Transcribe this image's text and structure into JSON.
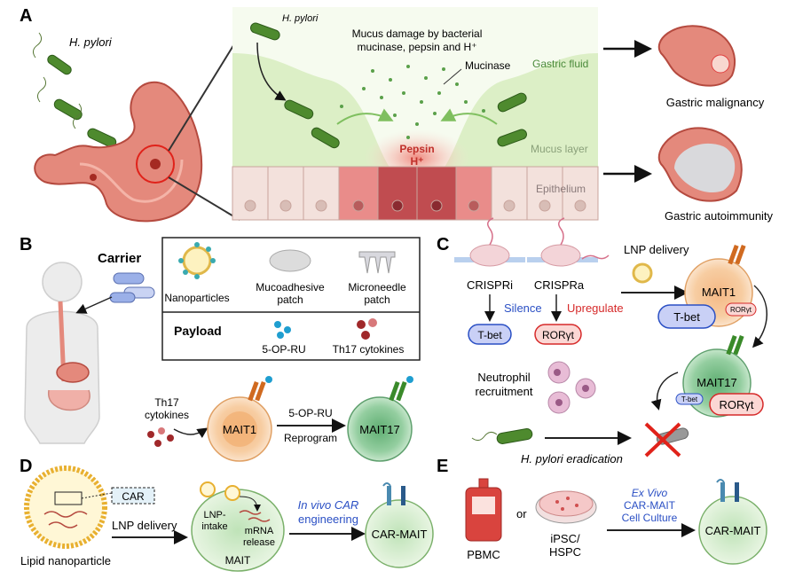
{
  "panel_a": {
    "letter": "A",
    "hpylori_left": "H. pylori",
    "hpylori_inset": "H. pylori",
    "mucus_damage_line1": "Mucus damage by bacterial",
    "mucus_damage_line2": "mucinase, pepsin and H⁺",
    "mucinase": "Mucinase",
    "gastric_fluid": "Gastric fluid",
    "mucus_layer": "Mucus layer",
    "epithelium": "Epithelium",
    "pepsin": "Pepsin",
    "hplus": "H⁺",
    "gastric_malignancy": "Gastric malignancy",
    "gastric_autoimmunity": "Gastric autoimmunity"
  },
  "panel_b": {
    "letter": "B",
    "carrier": "Carrier",
    "nanoparticles": "Nanoparticles",
    "mucoadhesive_line1": "Mucoadhesive",
    "mucoadhesive_line2": "patch",
    "microneedle_line1": "Microneedle",
    "microneedle_line2": "patch",
    "payload": "Payload",
    "op_ru": "5-OP-RU",
    "th17_cytokines": "Th17 cytokines",
    "th17_left_line1": "Th17",
    "th17_left_line2": "cytokines",
    "mait1": "MAIT1",
    "reprogram_top": "5-OP-RU",
    "reprogram_bottom": "Reprogram",
    "mait17": "MAIT17"
  },
  "panel_c": {
    "letter": "C",
    "crispri": "CRISPRi",
    "crispra": "CRISPRa",
    "silence": "Silence",
    "upregulate": "Upregulate",
    "tbet": "T-bet",
    "rorgt": "RORγt",
    "lnp_delivery": "LNP delivery",
    "mait1": "MAIT1",
    "tbet_big": "T-bet",
    "rorgt_small": "RORγt",
    "mait17": "MAIT17",
    "tbet_small": "T-bet",
    "rorgt_big": "RORγt",
    "neutrophil_line1": "Neutrophil",
    "neutrophil_line2": "recruitment",
    "eradication": "H. pylori eradication"
  },
  "panel_d": {
    "letter": "D",
    "car": "CAR",
    "lnp_delivery": "LNP delivery",
    "lnp_intake_line1": "LNP-",
    "lnp_intake_line2": "intake",
    "mrna_line1": "mRNA",
    "mrna_line2": "release",
    "mait": "MAIT",
    "in_vivo_line1": "In vivo CAR",
    "in_vivo_line2": "engineering",
    "car_mait": "CAR-MAIT",
    "lipid_nanoparticle": "Lipid nanoparticle"
  },
  "panel_e": {
    "letter": "E",
    "pbmc": "PBMC",
    "or": "or",
    "ipsc_line1": "iPSC/",
    "ipsc_line2": "HSPC",
    "ex_vivo_line1": "Ex Vivo",
    "ex_vivo_line2": "CAR-MAIT",
    "ex_vivo_line3": "Cell Culture",
    "car_mait": "CAR-MAIT"
  },
  "colors": {
    "stomach": "#e07a6e",
    "bacteria": "#4e8a2e",
    "mucus": "#dff0c8",
    "mait1": "#f7c99a",
    "mait17": "#8fcf9e",
    "blue_label": "#2a4fc4",
    "red_label": "#d62a2a"
  }
}
